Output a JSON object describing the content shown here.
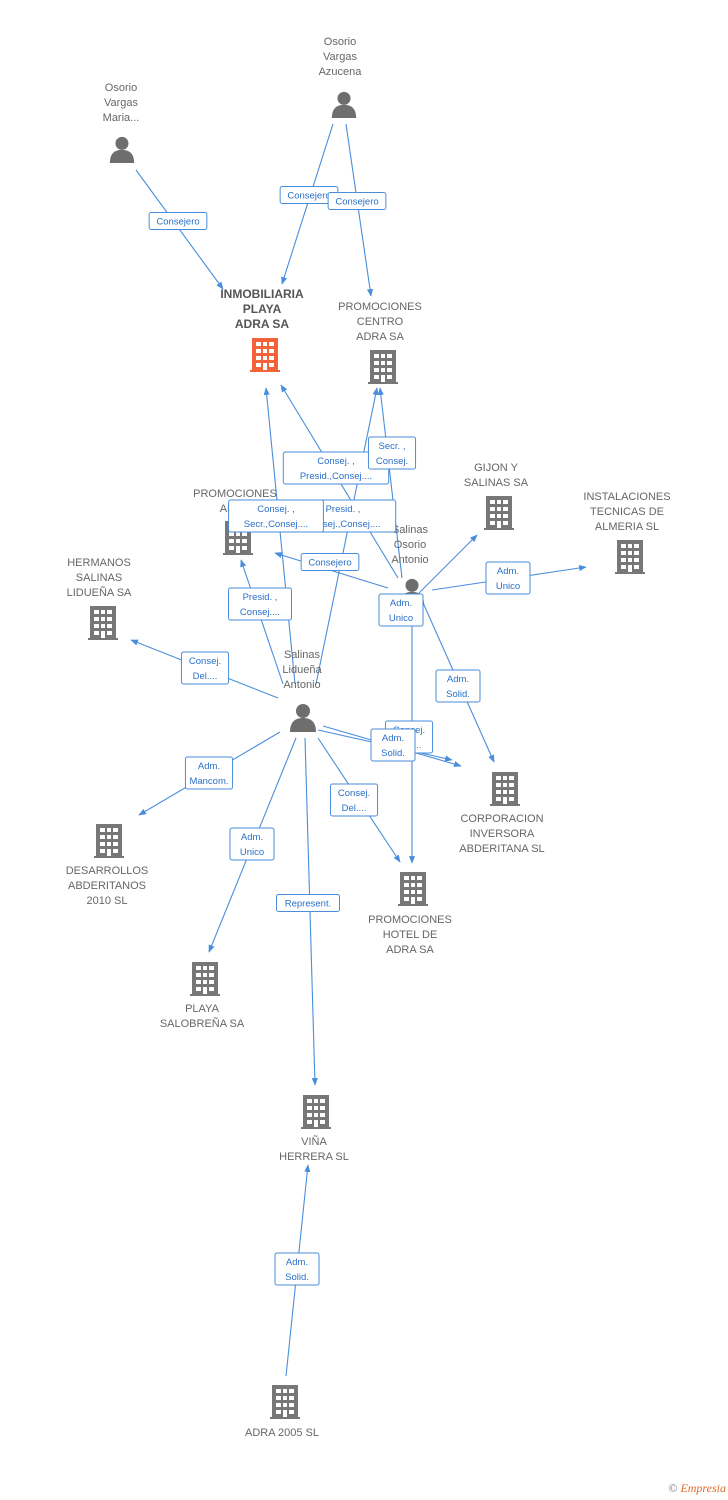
{
  "colors": {
    "edge": "#4a8edb",
    "company": "#777777",
    "company_main": "#f4623a",
    "person": "#6e6e6e"
  },
  "nodes": [
    {
      "id": "osorio_azucena",
      "kind": "person",
      "icon": "person-icon",
      "label": [
        "Osorio",
        "Vargas",
        "Azucena"
      ]
    },
    {
      "id": "osorio_maria",
      "kind": "person",
      "icon": "person-icon",
      "label": [
        "Osorio",
        "Vargas",
        "Maria..."
      ]
    },
    {
      "id": "inmobiliaria",
      "kind": "company_main",
      "icon": "building-icon",
      "label": [
        "INMOBILIARIA",
        "PLAYA",
        "ADRA SA"
      ]
    },
    {
      "id": "promo_centro",
      "kind": "company",
      "icon": "building-icon",
      "label": [
        "PROMOCIONES",
        "CENTRO",
        "ADRA SA"
      ]
    },
    {
      "id": "promo_adra",
      "kind": "company",
      "icon": "building-icon",
      "label": [
        "PROMOCIONES",
        "ADRA"
      ]
    },
    {
      "id": "gijon",
      "kind": "company",
      "icon": "building-icon",
      "label": [
        "GIJON Y",
        "SALINAS SA"
      ]
    },
    {
      "id": "instalaciones",
      "kind": "company",
      "icon": "building-icon",
      "label": [
        "INSTALACIONES",
        "TECNICAS DE",
        "ALMERIA SL"
      ]
    },
    {
      "id": "hermanos",
      "kind": "company",
      "icon": "building-icon",
      "label": [
        "HERMANOS",
        "SALINAS",
        "LIDUEÑA SA"
      ]
    },
    {
      "id": "salinas_osorio",
      "kind": "person",
      "icon": "person-icon",
      "label": [
        "Salinas",
        "Osorio",
        "Antonio"
      ]
    },
    {
      "id": "salinas_liduena",
      "kind": "person",
      "icon": "person-icon",
      "label": [
        "Salinas",
        "Lidueña",
        "Antonio"
      ]
    },
    {
      "id": "corporacion",
      "kind": "company",
      "icon": "building-icon",
      "label": [
        "CORPORACION",
        "INVERSORA",
        "ABDERITANA SL"
      ]
    },
    {
      "id": "desarrollos",
      "kind": "company",
      "icon": "building-icon",
      "label": [
        "DESARROLLOS",
        "ABDERITANOS",
        "2010 SL"
      ]
    },
    {
      "id": "promo_hotel",
      "kind": "company",
      "icon": "building-icon",
      "label": [
        "PROMOCIONES",
        "HOTEL DE",
        "ADRA SA"
      ]
    },
    {
      "id": "playa_salobrena",
      "kind": "company",
      "icon": "building-icon",
      "label": [
        "PLAYA",
        "SALOBREÑA SA"
      ]
    },
    {
      "id": "vina_herrera",
      "kind": "company",
      "icon": "building-icon",
      "label": [
        "VIÑA",
        "HERRERA SL"
      ]
    },
    {
      "id": "adra2005",
      "kind": "company",
      "icon": "building-icon",
      "label": [
        "ADRA 2005 SL"
      ]
    }
  ],
  "edges": [
    {
      "from": "osorio_maria",
      "to": "inmobiliaria",
      "label": [
        "Consejero"
      ]
    },
    {
      "from": "osorio_azucena",
      "to": "inmobiliaria",
      "label": [
        "Consejero"
      ]
    },
    {
      "from": "osorio_azucena",
      "to": "promo_centro",
      "label": [
        "Consejero"
      ]
    },
    {
      "from": "salinas_osorio",
      "to": "inmobiliaria",
      "label": [
        "Consej. ,",
        "Presid.,Consej...."
      ]
    },
    {
      "from": "salinas_osorio",
      "to": "promo_centro",
      "label": [
        "Secr. ,",
        "Consej."
      ]
    },
    {
      "from": "salinas_liduena",
      "to": "promo_centro",
      "label": [
        "Presid. ,",
        "Consej.,Consej...."
      ]
    },
    {
      "from": "salinas_liduena",
      "to": "inmobiliaria",
      "label": [
        "Consej. ,",
        "Secr.,Consej...."
      ]
    },
    {
      "from": "salinas_osorio",
      "to": "promo_adra",
      "label": [
        "Consejero"
      ]
    },
    {
      "from": "salinas_liduena",
      "to": "promo_adra",
      "label": [
        "Presid. ,",
        "Consej...."
      ]
    },
    {
      "from": "salinas_osorio",
      "to": "gijon",
      "label": []
    },
    {
      "from": "salinas_osorio",
      "to": "instalaciones",
      "label": [
        "Adm.",
        "Unico"
      ]
    },
    {
      "from": "salinas_osorio",
      "to": "corporacion",
      "label": [
        "Adm.",
        "Solid."
      ]
    },
    {
      "from": "salinas_osorio",
      "to": "promo_hotel",
      "label": [
        "Adm.",
        "Unico"
      ]
    },
    {
      "from": "salinas_liduena",
      "to": "hermanos",
      "label": [
        "Consej.",
        "Del...."
      ]
    },
    {
      "from": "salinas_liduena",
      "to": "corporacion",
      "label": [
        "Consej.",
        "Del...."
      ]
    },
    {
      "from": "salinas_liduena",
      "to": "corporacion",
      "label": [
        "Adm.",
        "Solid."
      ]
    },
    {
      "from": "salinas_liduena",
      "to": "desarrollos",
      "label": [
        "Adm.",
        "Mancom."
      ]
    },
    {
      "from": "salinas_liduena",
      "to": "promo_hotel",
      "label": [
        "Consej.",
        "Del...."
      ]
    },
    {
      "from": "salinas_liduena",
      "to": "playa_salobrena",
      "label": [
        "Adm.",
        "Unico"
      ]
    },
    {
      "from": "salinas_liduena",
      "to": "vina_herrera",
      "label": [
        "Represent."
      ]
    },
    {
      "from": "adra2005",
      "to": "vina_herrera",
      "label": [
        "Adm.",
        "Solid."
      ]
    }
  ],
  "footer": {
    "copyright": "©",
    "brand": "Empresia"
  }
}
